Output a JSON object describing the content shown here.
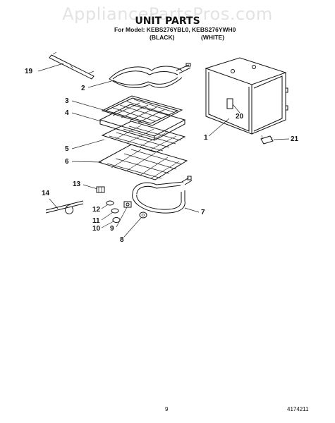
{
  "watermark": "AppliancePartsPros.com",
  "title": "UNIT PARTS",
  "model_line": "For Model: KEBS276YBL0, KEBS276YWH0",
  "variants": [
    "(BLACK)",
    "(WHITE)"
  ],
  "callouts": [
    "19",
    "2",
    "3",
    "4",
    "1",
    "20",
    "21",
    "5",
    "6",
    "13",
    "14",
    "12",
    "11",
    "10",
    "9",
    "8",
    "7"
  ],
  "page_number": "9",
  "doc_number": "4174211"
}
